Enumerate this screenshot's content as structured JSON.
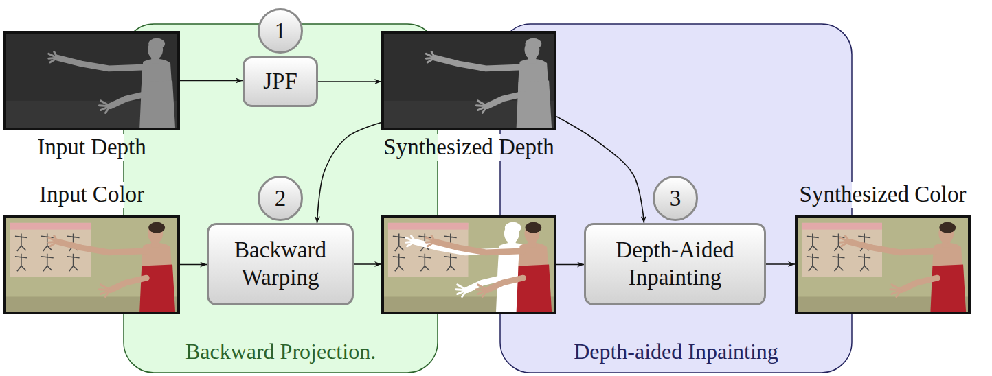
{
  "diagram": {
    "nodes": [
      {
        "text": [
          "Backward Projection."
        ]
      },
      {
        "text": [
          "Depth-aided Inpainting"
        ]
      },
      {
        "text": [
          "Input Depth"
        ]
      },
      {
        "text": [
          "JPF"
        ],
        "in": 0
      },
      {
        "text": [
          "Synthesized Depth"
        ]
      },
      {
        "text": [
          "Input Color"
        ]
      },
      {
        "text": [
          "Backward Warping"
        ],
        "in": 0
      },
      {
        "text": []
      },
      {
        "text": [
          "Depth-Aided Inpainting"
        ],
        "in": 1
      },
      {
        "text": [
          "Synthesized Color"
        ]
      }
    ],
    "edges": [
      {
        "from": 2,
        "to": 3,
        "arrow": "to"
      },
      {
        "from": 3,
        "to": 4,
        "arrow": "to"
      },
      {
        "from": 4,
        "to": 6,
        "arrow": "to"
      },
      {
        "from": 4,
        "to": 8,
        "arrow": "to"
      },
      {
        "from": 5,
        "to": 6,
        "arrow": "to"
      },
      {
        "from": 6,
        "to": 7,
        "arrow": "to"
      },
      {
        "from": 7,
        "to": 8,
        "arrow": "to"
      },
      {
        "from": 8,
        "to": 9,
        "arrow": "to"
      }
    ],
    "labels": [
      "1",
      "2",
      "3"
    ]
  }
}
